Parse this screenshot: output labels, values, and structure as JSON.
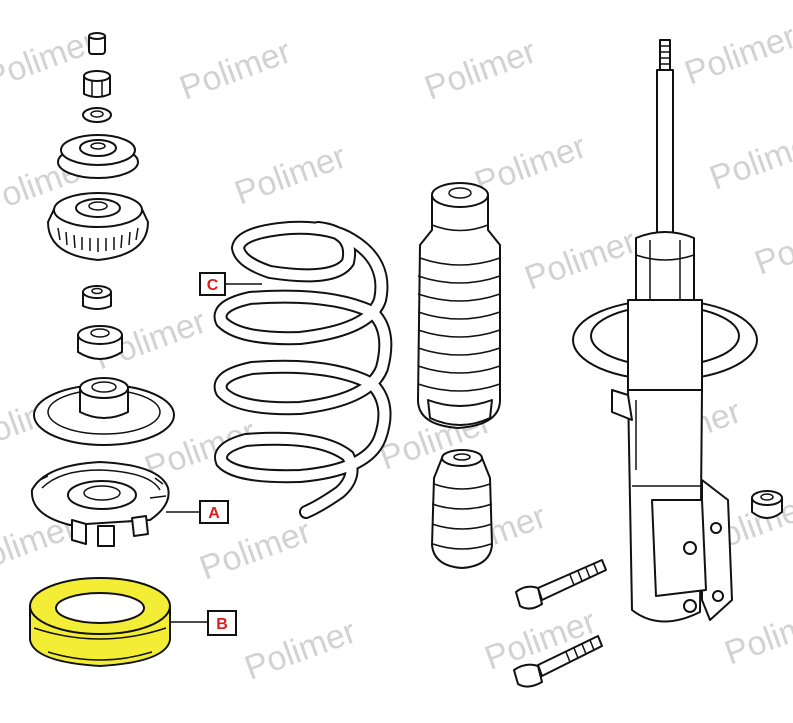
{
  "watermark": "Polimer",
  "callouts": [
    {
      "id": "A",
      "label": "A"
    },
    {
      "id": "B",
      "label": "B"
    },
    {
      "id": "C",
      "label": "C"
    }
  ],
  "colors": {
    "highlight": "#f3ee35",
    "callout_text": "#e01b1b",
    "line": "#111111",
    "watermark": "#d2d2d2"
  }
}
